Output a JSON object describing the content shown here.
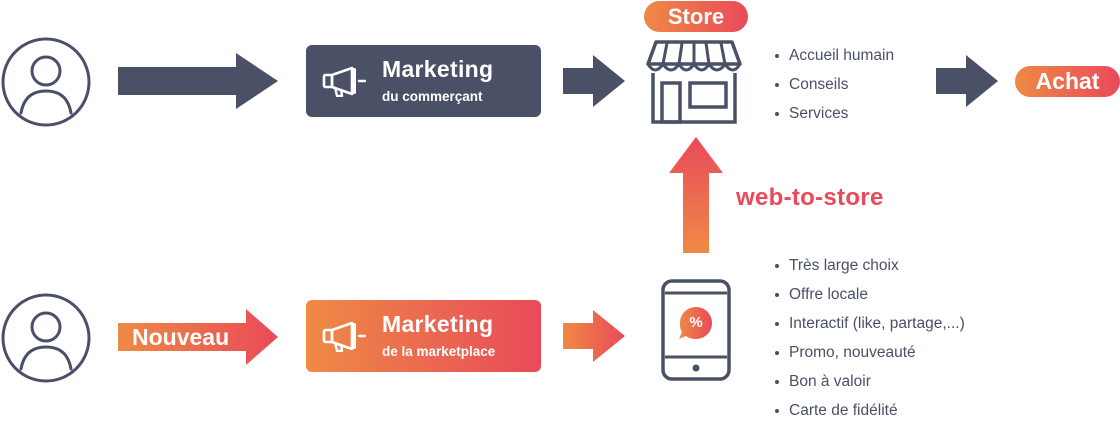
{
  "rows": {
    "top": {
      "marketing_title": "Marketing",
      "marketing_subtitle": "du commerçant"
    },
    "bottom": {
      "arrow_label": "Nouveau",
      "marketing_title": "Marketing",
      "marketing_subtitle": "de la marketplace"
    }
  },
  "store": {
    "label": "Store",
    "bullets": [
      "Accueil humain",
      "Conseils",
      "Services"
    ]
  },
  "purchase_label": "Achat",
  "web_to_store_label": "web-to-store",
  "phone": {
    "badge": "%",
    "bullets": [
      "Très large choix",
      "Offre locale",
      "Interactif (like, partage,...)",
      "Promo, nouveauté",
      "Bon à valoir",
      "Carte de fidélité"
    ]
  },
  "colors": {
    "dark": "#4a5066",
    "gradient_start": "#ee8a45",
    "gradient_end": "#e94a5a"
  },
  "icons": [
    "user-icon",
    "megaphone-icon",
    "store-icon",
    "smartphone-icon",
    "percent-icon"
  ]
}
